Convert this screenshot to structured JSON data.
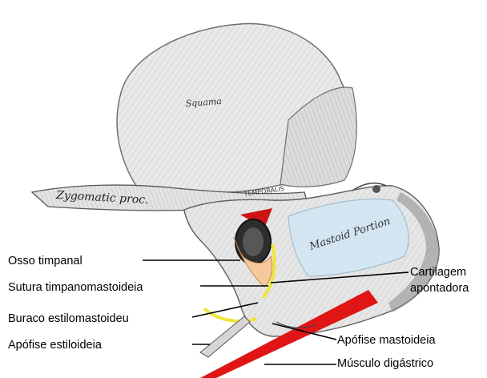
{
  "illustration": {
    "engraved_words": {
      "squama": "Squama",
      "zygomatic": "Zygomatic proc.",
      "temporalis": "TEMPORALIS",
      "mastoid": "Mastoid Portion"
    }
  },
  "labels": {
    "osso_timpanal": "Osso timpanal",
    "sutura": "Sutura timpanomastoideia",
    "buraco": "Buraco estilomastoideu",
    "apofise_estiloideia": "Apófise estiloideia",
    "cartilagem_1": "Cartilagem",
    "cartilagem_2": "apontadora",
    "apofise_mastoideia": "Apófise mastoideia",
    "musculo": "Músculo digástrico"
  },
  "colors": {
    "bone": "#e9e9e9",
    "bone_dark": "#bdbdbd",
    "tympanic": "#f5c99a",
    "red_marker": "#cc1414",
    "muscle": "#e01515",
    "mastoid_blue": "#d2e6f3",
    "suture_yellow": "#efe63a"
  }
}
